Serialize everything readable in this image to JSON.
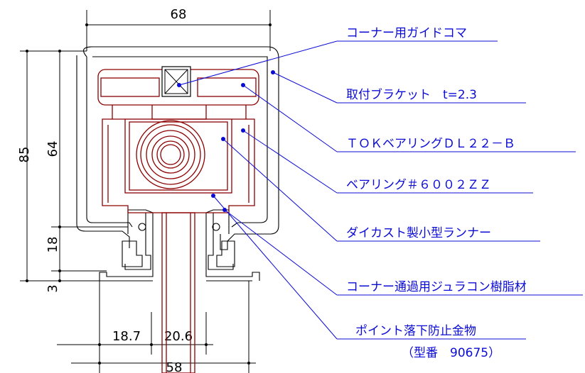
{
  "dimensions": {
    "width_top": "68",
    "height_outer": "85",
    "height_inner": "64",
    "height_lower": "18",
    "height_bottom": "3",
    "width_left": "18.7",
    "width_mid": "20.6",
    "width_bottom": "58"
  },
  "labels": [
    "コーナー用ガイドコマ",
    "取付ブラケット　t=2.3",
    "ＴＯＫベアリングＤＬ２２－Ｂ",
    "ベアリング＃６００２ＺＺ",
    "ダイカスト製小型ランナー",
    "コーナー通過用ジュラコン樹脂材",
    "ポイント落下防止金物"
  ],
  "model_number": "（型番　90675）",
  "colors": {
    "label": "#0b0bd6",
    "part": "#8b0000",
    "line": "#000000"
  }
}
